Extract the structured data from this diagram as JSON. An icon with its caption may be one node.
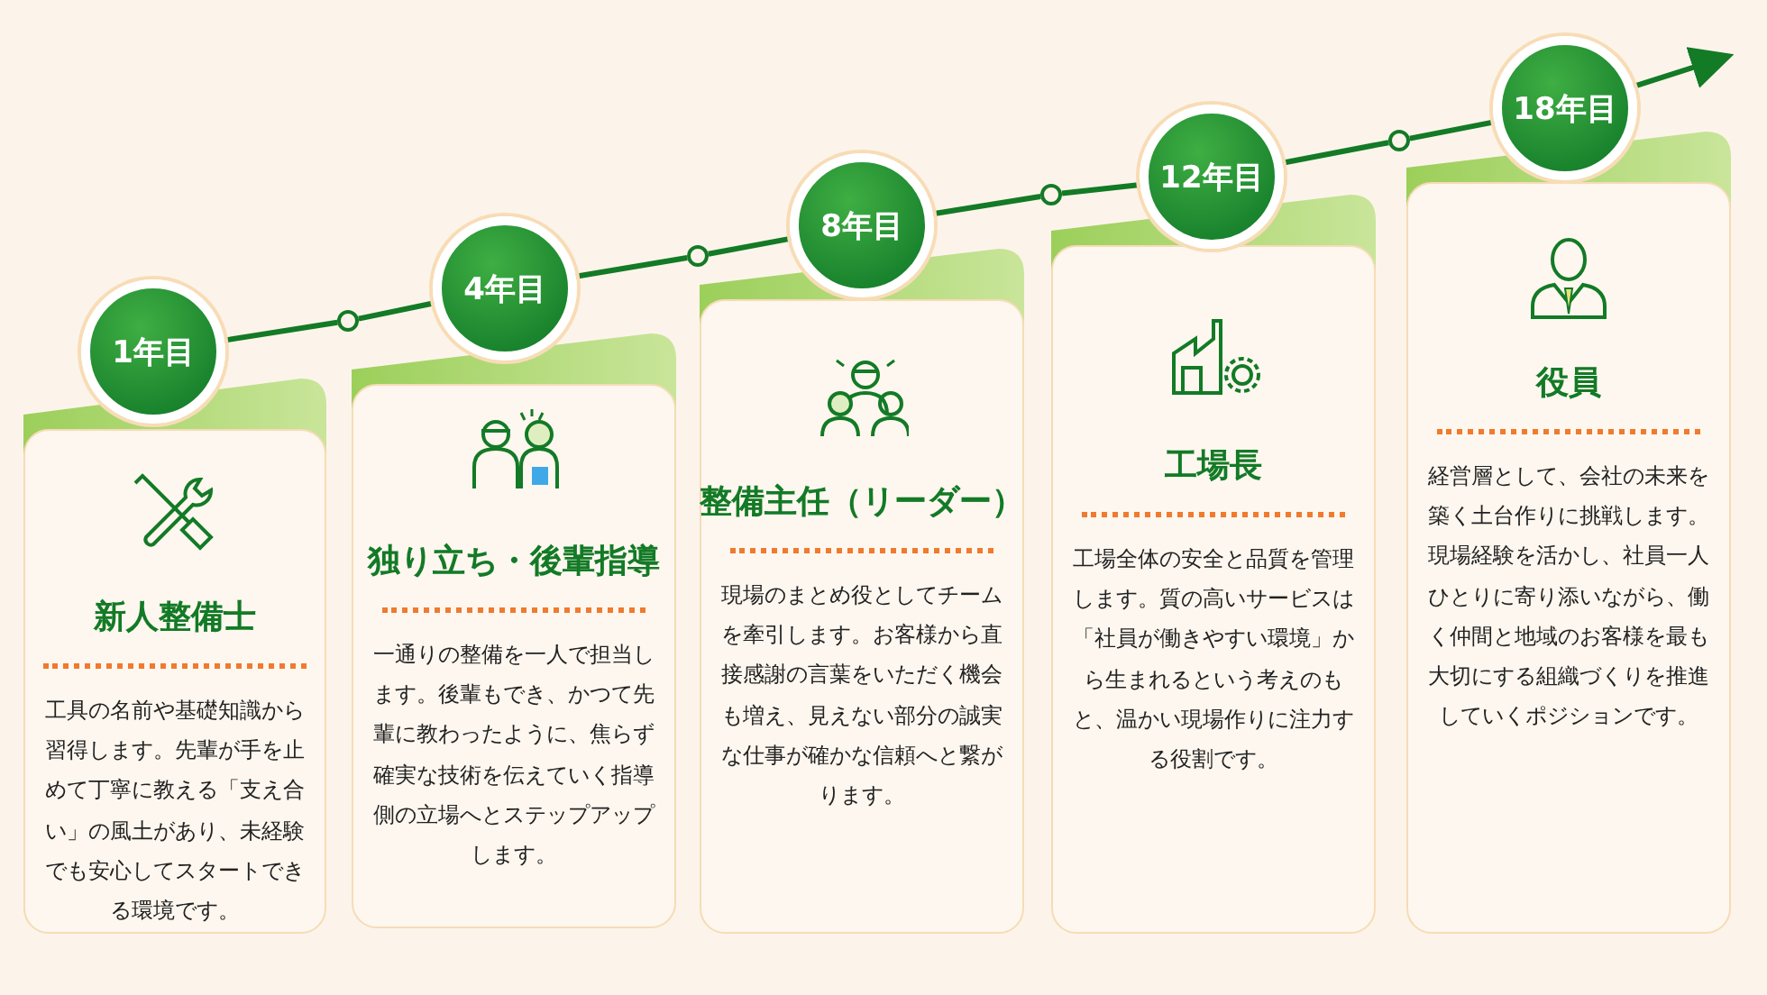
{
  "diagram": {
    "nodes": [
      {
        "text": [
          "1年目"
        ]
      },
      {
        "text": [
          "新人整備士",
          "工具の名前や基礎知識から習得します。先輩が手を止めて丁寧に教える「支え合い」の風土があり、未経験でも安心してスタートできる環境です。"
        ]
      },
      {
        "text": [],
        "shape": "circle"
      },
      {
        "text": [
          "4年目"
        ]
      },
      {
        "text": [
          "独り立ち・後輩指導",
          "一通りの整備を一人で担当します。後輩もでき、かつて先輩に教わったように、焦らず確実な技術を伝えていく指導側の立場へとステップアップします。"
        ]
      },
      {
        "text": [],
        "shape": "circle"
      },
      {
        "text": [
          "8年目"
        ]
      },
      {
        "text": [
          "整備主任（リーダー）",
          "現場のまとめ役としてチームを牽引します。お客様から直接感謝の言葉をいただく機会も増え、見えない部分の誠実な仕事が確かな信頼へと繋がります。"
        ]
      },
      {
        "text": [],
        "shape": "circle"
      },
      {
        "text": [
          "12年目"
        ]
      },
      {
        "text": [
          "工場長",
          "工場全体の安全と品質を管理します。質の高いサービスは「社員が働きやすい環境」から生まれるという考えのもと、温かい現場作りに注力する役割です。"
        ]
      },
      {
        "text": [],
        "shape": "circle"
      },
      {
        "text": [
          "18年目"
        ]
      },
      {
        "text": [
          "役員",
          "経営層として、会社の未来を築く土台作りに挑戦します。現場経験を活かし、社員一人ひとりに寄り添いながら、働く仲間と地域のお客様を最も大切にする組織づくりを推進していくポジションです。"
        ]
      }
    ],
    "edges": [
      {
        "from": 0,
        "to": 2,
        "arrow": "none"
      },
      {
        "from": 2,
        "to": 3,
        "arrow": "none"
      },
      {
        "from": 3,
        "to": 5,
        "arrow": "none"
      },
      {
        "from": 5,
        "to": 6,
        "arrow": "none"
      },
      {
        "from": 6,
        "to": 8,
        "arrow": "none"
      },
      {
        "from": 8,
        "to": 9,
        "arrow": "none"
      },
      {
        "from": 9,
        "to": 11,
        "arrow": "none"
      },
      {
        "from": 11,
        "to": 12,
        "arrow": "none"
      },
      {
        "from": 12,
        "to": null,
        "arrow": "to"
      }
    ]
  }
}
